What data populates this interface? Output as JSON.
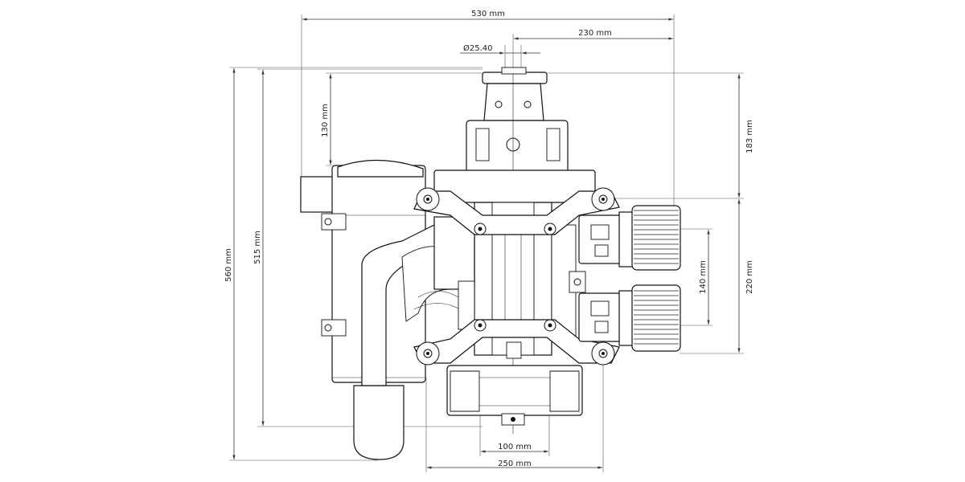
{
  "dimensions": {
    "width_total": "530 mm",
    "offset_right": "230 mm",
    "shaft_diameter": "Ø25.40",
    "height_upper": "130 mm",
    "height_right_upper": "183 mm",
    "height_total": "560 mm",
    "height_inner": "515 mm",
    "cylinder_spacing": "140 mm",
    "cylinder_span": "220 mm",
    "base_inner": "100 mm",
    "base_width": "250 mm"
  },
  "colors": {
    "line": "#111111",
    "dimension": "#333333",
    "background": "#ffffff"
  }
}
